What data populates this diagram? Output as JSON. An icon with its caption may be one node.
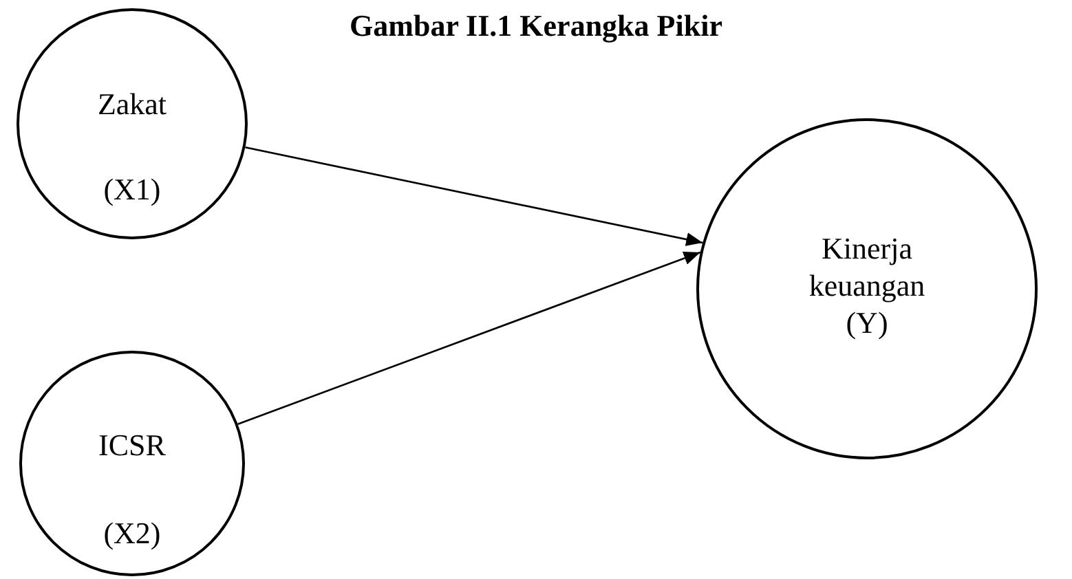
{
  "diagram": {
    "title": "Gambar II.1 Kerangka Pikir",
    "nodes": [
      {
        "text": [
          "Zakat",
          "(X1)"
        ]
      },
      {
        "text": [
          "ICSR",
          "(X2)"
        ]
      },
      {
        "text": [
          "Kinerja keuangan (Y)"
        ]
      }
    ],
    "edges": [
      {
        "from": 0,
        "to": 2,
        "arrow": "to"
      },
      {
        "from": 1,
        "to": 2,
        "arrow": "to"
      }
    ]
  }
}
